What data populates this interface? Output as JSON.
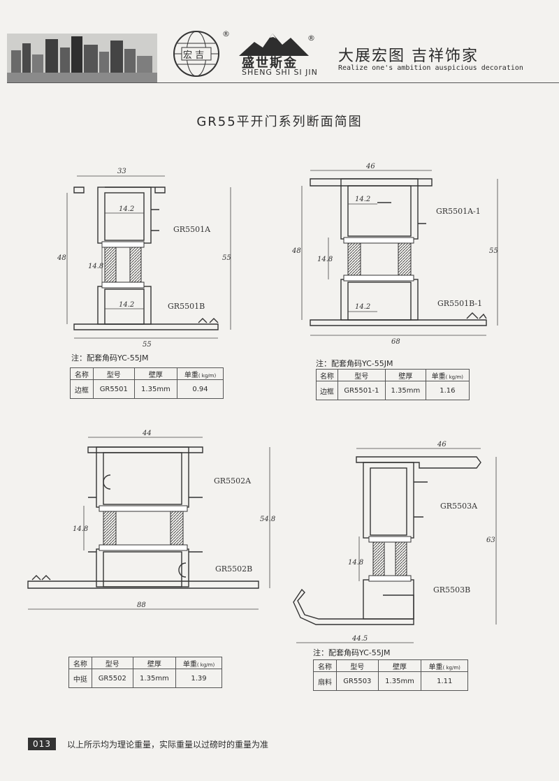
{
  "header": {
    "logo1_text": "宏 吉",
    "registered": "®",
    "brand_cn": "盛世斯金",
    "brand_en": "SHENG SHI SI JIN",
    "slogan_cn": "大展宏图 吉祥饰家",
    "slogan_en": "Realize one's ambition auspicious decoration"
  },
  "title": "GR55平开门系列断面简图",
  "sections": [
    {
      "labels": [
        "GR5501A",
        "GR5501B"
      ],
      "dims": {
        "top": "33",
        "inner1": "14.2",
        "inner2": "14.2",
        "left": "48",
        "strip": "14.8",
        "right": "55",
        "bottom": "55"
      },
      "note": "注：配套角码YC-55JM",
      "table": {
        "headers": [
          "名称",
          "型号",
          "壁厚",
          "单重",
          "( kg/m)"
        ],
        "row": [
          "边框",
          "GR5501",
          "1.35mm",
          "0.94"
        ]
      }
    },
    {
      "labels": [
        "GR5501A-1",
        "GR5501B-1"
      ],
      "dims": {
        "top": "46",
        "inner1": "14.2",
        "inner2": "14.2",
        "left": "48",
        "strip": "14.8",
        "right": "55",
        "bottom": "68"
      },
      "note": "注：配套角码YC-55JM",
      "table": {
        "headers": [
          "名称",
          "型号",
          "壁厚",
          "单重",
          "( kg/m)"
        ],
        "row": [
          "边框",
          "GR5501-1",
          "1.35mm",
          "1.16"
        ]
      }
    },
    {
      "labels": [
        "GR5502A",
        "GR5502B"
      ],
      "dims": {
        "top": "44",
        "strip": "14.8",
        "right": "54.8",
        "bottom": "88"
      },
      "note": "",
      "table": {
        "headers": [
          "名称",
          "型号",
          "壁厚",
          "单重",
          "( kg/m)"
        ],
        "row": [
          "中挺",
          "GR5502",
          "1.35mm",
          "1.39"
        ]
      }
    },
    {
      "labels": [
        "GR5503A",
        "GR5503B"
      ],
      "dims": {
        "top": "46",
        "strip": "14.8",
        "right": "63",
        "bottom": "44.5"
      },
      "note": "注：配套角码YC-55JM",
      "table": {
        "headers": [
          "名称",
          "型号",
          "壁厚",
          "单重",
          "( kg/m)"
        ],
        "row": [
          "扇料",
          "GR5503",
          "1.35mm",
          "1.11"
        ]
      }
    }
  ],
  "footer": {
    "page": "013",
    "text": "以上所示均为理论重量，实际重量以过磅时的重量为准"
  }
}
